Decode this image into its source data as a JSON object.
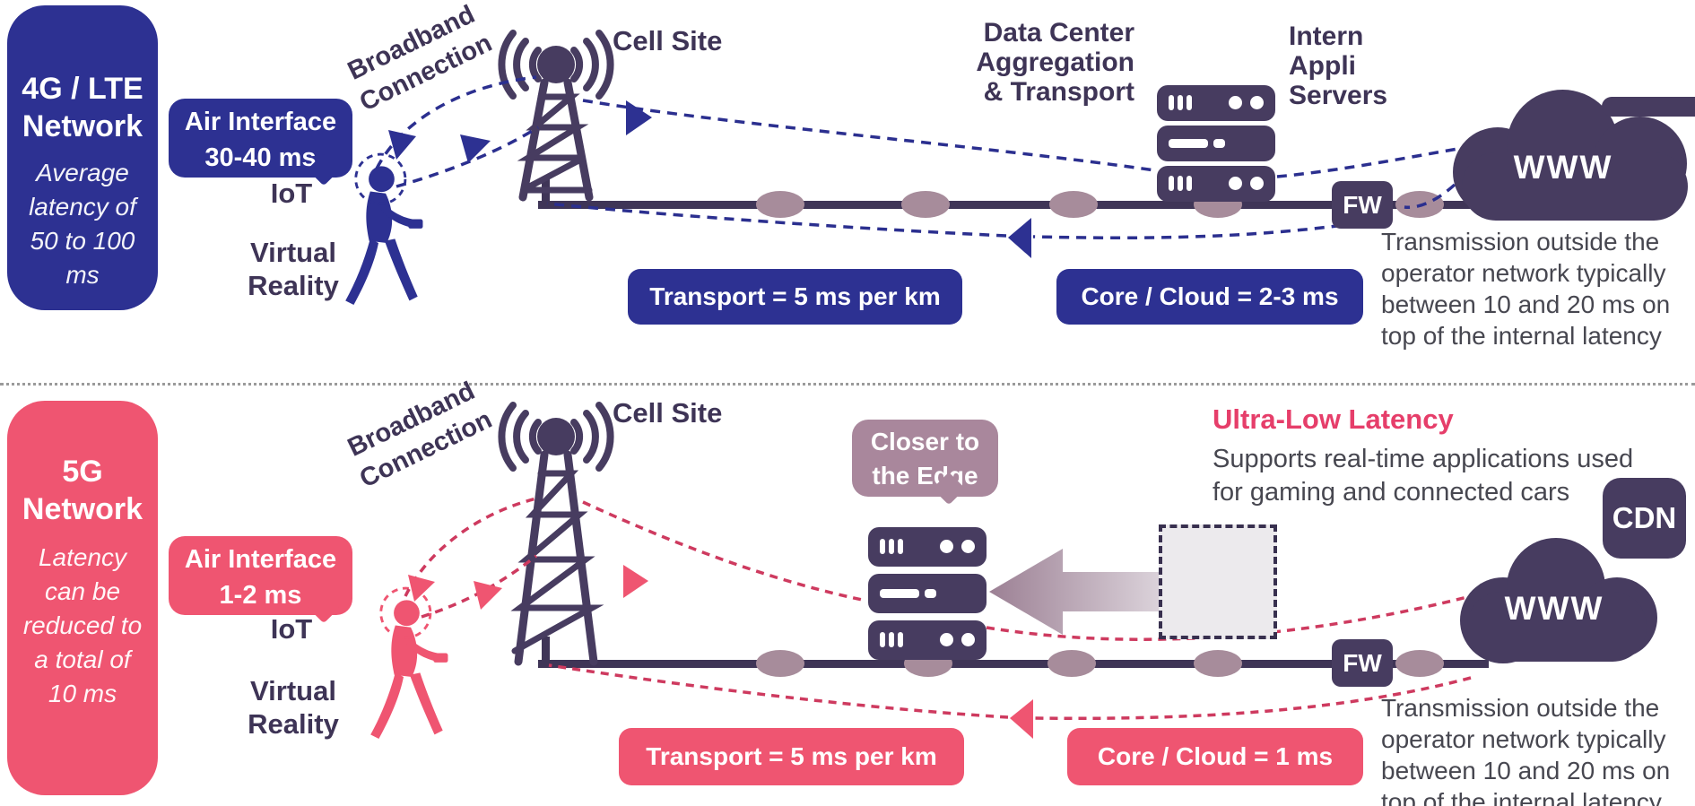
{
  "colors": {
    "blue": "#2D3192",
    "pink": "#EF5571",
    "pink_deep": "#E63E6A",
    "dark_purple": "#473C60",
    "text_purple": "#3E3456",
    "mauve": "#A9879C",
    "gray_text": "#474750",
    "trunk": "#3F3557"
  },
  "g4": {
    "panel_title": "4G / LTE Network",
    "panel_subtitle": "Average latency of 50 to 100 ms",
    "air_interface_line1": "Air Interface",
    "air_interface_line2": "30-40 ms",
    "broadband_line1": "Broadband",
    "broadband_line2": "Connection",
    "iot": "IoT",
    "vr_line1": "Virtual",
    "vr_line2": "Reality",
    "cell_site": "Cell Site",
    "dc_line1": "Data Center",
    "dc_line2": "Aggregation",
    "dc_line3": "& Transport",
    "ias_line1": "Intern",
    "ias_line2": "Appli",
    "ias_line3": "Servers",
    "www": "WWW",
    "fw": "FW",
    "transport": "Transport = 5 ms per km",
    "core": "Core / Cloud = 2-3 ms",
    "transmission": [
      "Transmission outside the",
      "operator network typically",
      "between 10 and 20 ms on",
      "top of the internal latency"
    ]
  },
  "g5": {
    "panel_title": "5G Network",
    "panel_subtitle": "Latency can be reduced to a total of 10 ms",
    "air_interface_line1": "Air Interface",
    "air_interface_line2": "1-2 ms",
    "broadband_line1": "Broadband",
    "broadband_line2": "Connection",
    "iot": "IoT",
    "vr_line1": "Virtual",
    "vr_line2": "Reality",
    "cell_site": "Cell Site",
    "closer_line1": "Closer to",
    "closer_line2": "the Edge",
    "ultra_title": "Ultra-Low Latency",
    "ultra_line1": "Supports real-time applications used",
    "ultra_line2": "for gaming and connected cars",
    "cdn": "CDN",
    "www": "WWW",
    "fw": "FW",
    "transport": "Transport = 5 ms per km",
    "core": "Core / Cloud = 1 ms",
    "transmission": [
      "Transmission outside the",
      "operator network typically",
      "between 10 and 20 ms on",
      "top of the internal latency"
    ]
  }
}
